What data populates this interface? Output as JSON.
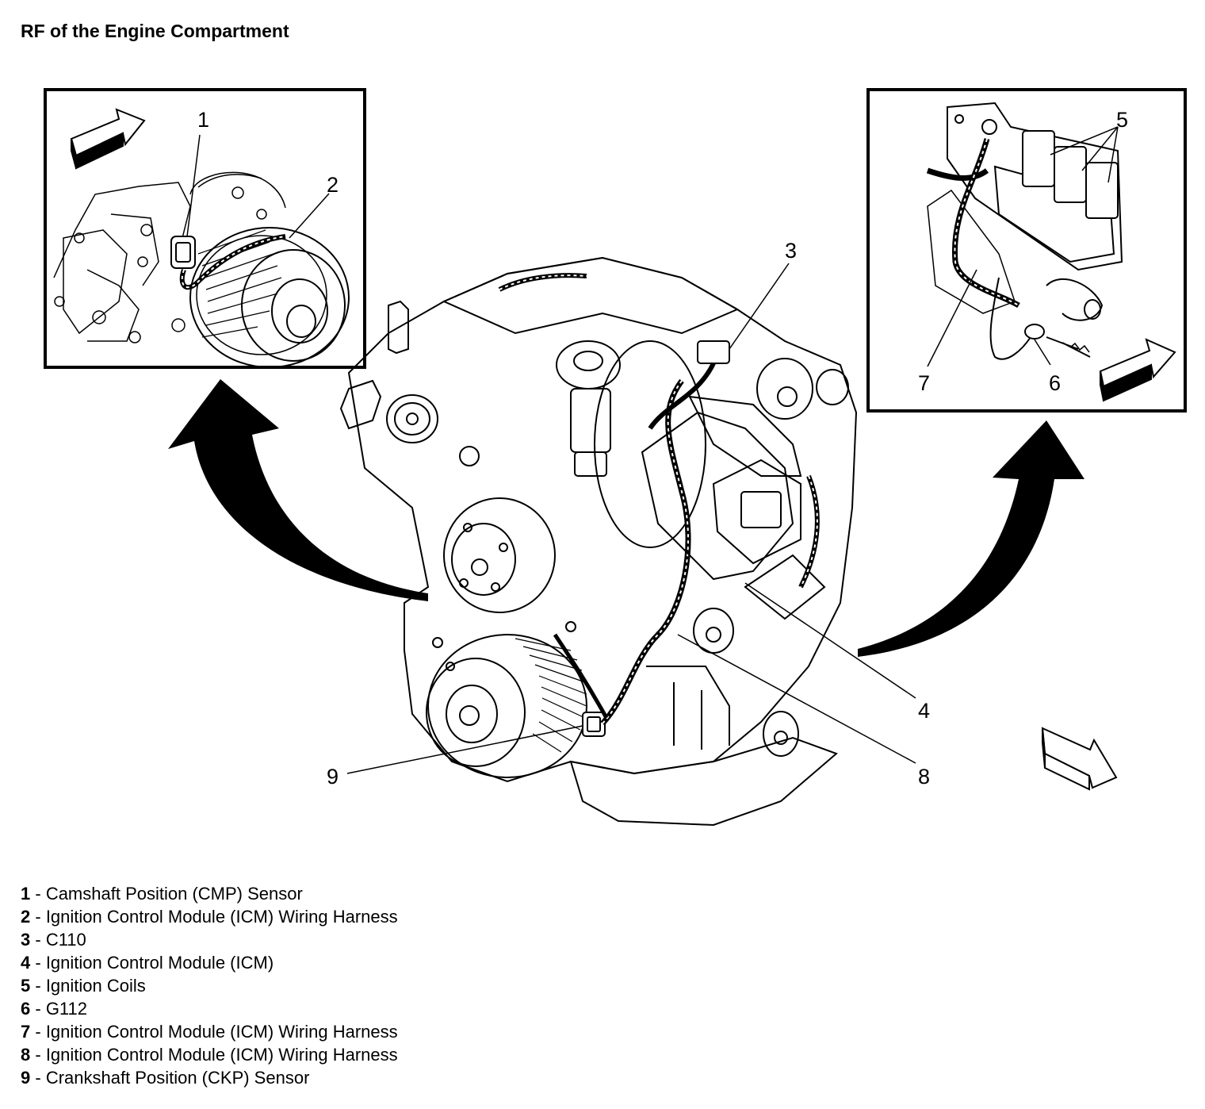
{
  "title": "RF of the Engine Compartment",
  "callouts": [
    "1",
    "2",
    "3",
    "4",
    "5",
    "6",
    "7",
    "8",
    "9"
  ],
  "legend": [
    {
      "num": "1",
      "sep": " - ",
      "text": "Camshaft Position (CMP) Sensor"
    },
    {
      "num": "2",
      "sep": " - ",
      "text": "Ignition Control Module (ICM) Wiring Harness"
    },
    {
      "num": "3",
      "sep": " - ",
      "text": "C110"
    },
    {
      "num": "4",
      "sep": " - ",
      "text": "Ignition Control Module (ICM)"
    },
    {
      "num": "5",
      "sep": " - ",
      "text": "Ignition Coils"
    },
    {
      "num": "6",
      "sep": " - ",
      "text": "G112"
    },
    {
      "num": "7",
      "sep": " - ",
      "text": "Ignition Control Module (ICM) Wiring Harness"
    },
    {
      "num": "8",
      "sep": " - ",
      "text": "Ignition Control Module (ICM) Wiring Harness"
    },
    {
      "num": "9",
      "sep": " - ",
      "text": "Crankshaft Position (CKP) Sensor"
    }
  ],
  "colors": {
    "ink": "#000000",
    "background": "#ffffff"
  }
}
